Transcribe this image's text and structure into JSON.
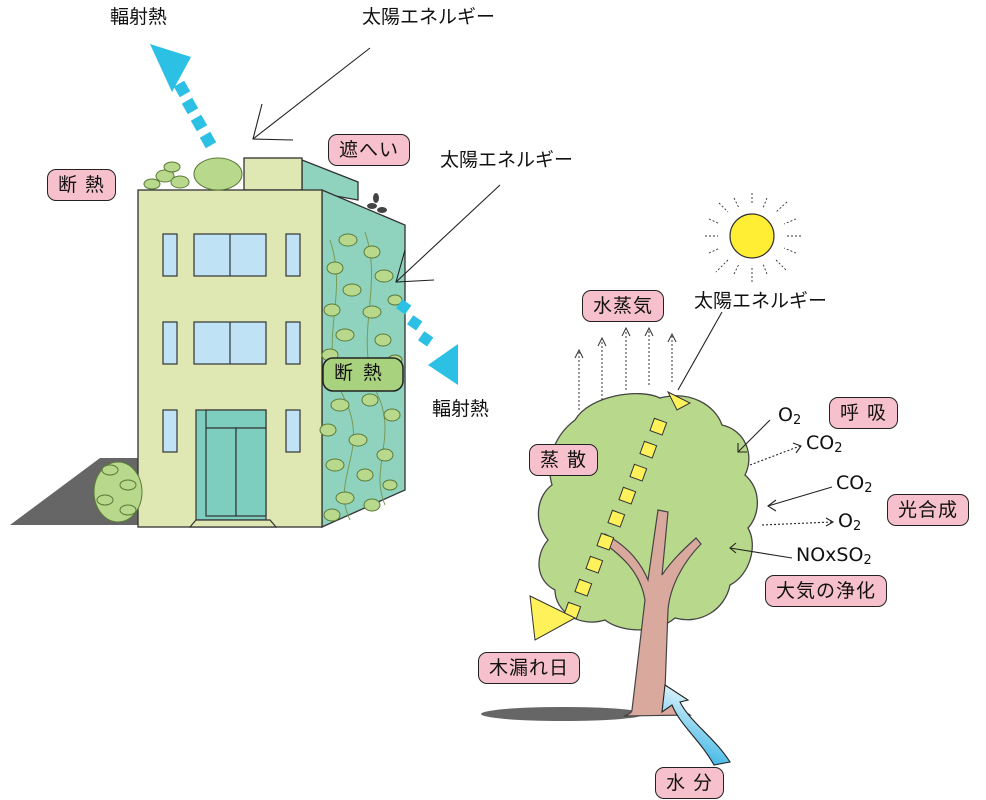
{
  "labels": {
    "radiant_heat_top": "輻射熱",
    "solar_energy_top": "太陽エネルギー",
    "shading": "遮へい",
    "insulation_roof": "断 熱",
    "solar_energy_wall": "太陽エネルギー",
    "insulation_wall": "断 熱",
    "radiant_heat_wall": "輻射熱",
    "water_vapor": "水蒸気",
    "solar_energy_tree": "太陽エネルギー",
    "respiration": "呼 吸",
    "transpiration": "蒸 散",
    "photosynthesis": "光合成",
    "air_purification": "大気の浄化",
    "sunlight_through_leaves": "木漏れ日",
    "water": "水 分"
  },
  "chemicals": {
    "o2_in": {
      "base": "O",
      "sub": "2"
    },
    "co2_out": {
      "base": "CO",
      "sub": "2"
    },
    "co2_in": {
      "base": "CO",
      "sub": "2"
    },
    "o2_out": {
      "base": "O",
      "sub": "2"
    },
    "noxso2": {
      "base": "NOxSO",
      "sub": "2"
    }
  },
  "colors": {
    "heat_arrow": "#2bc0e4",
    "sun": "#ffee33",
    "tree_canopy": "#b8d98c",
    "tree_trunk": "#d9a99e",
    "building_wall": "#dfe8b2",
    "building_side": "#8fd3bf",
    "window": "#bfe3f5",
    "door": "#7ecec0",
    "label_bg": "#f6c1cc",
    "green_label_bg": "#a9d27f",
    "light_beam": "#fff15a"
  }
}
